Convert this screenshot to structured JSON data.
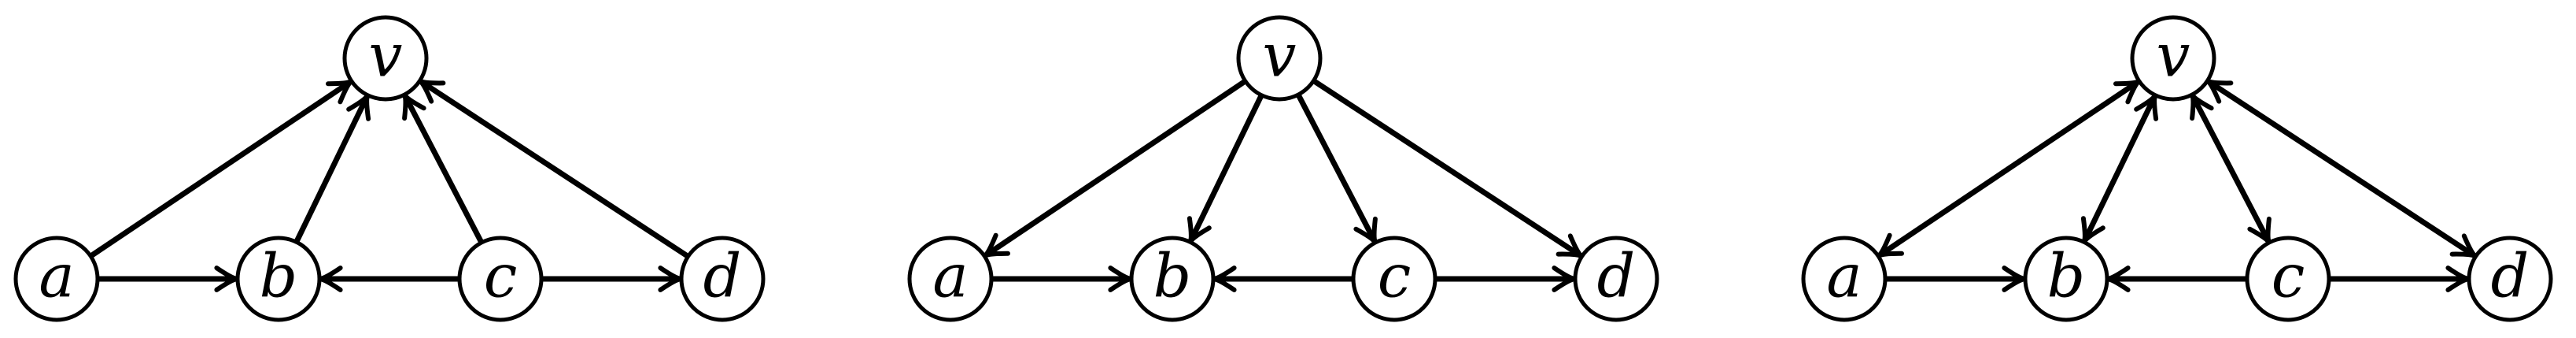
{
  "diagrams": [
    {
      "nodes": [
        {
          "id": "v",
          "label": "v"
        },
        {
          "id": "a",
          "label": "a"
        },
        {
          "id": "b",
          "label": "b"
        },
        {
          "id": "c",
          "label": "c"
        },
        {
          "id": "d",
          "label": "d"
        }
      ],
      "edges": [
        {
          "from": "a",
          "to": "v"
        },
        {
          "from": "b",
          "to": "v"
        },
        {
          "from": "c",
          "to": "v"
        },
        {
          "from": "d",
          "to": "v"
        },
        {
          "from": "a",
          "to": "b"
        },
        {
          "from": "c",
          "to": "b"
        },
        {
          "from": "c",
          "to": "d"
        }
      ]
    },
    {
      "nodes": [
        {
          "id": "v",
          "label": "v"
        },
        {
          "id": "a",
          "label": "a"
        },
        {
          "id": "b",
          "label": "b"
        },
        {
          "id": "c",
          "label": "c"
        },
        {
          "id": "d",
          "label": "d"
        }
      ],
      "edges": [
        {
          "from": "v",
          "to": "a"
        },
        {
          "from": "v",
          "to": "b"
        },
        {
          "from": "v",
          "to": "c"
        },
        {
          "from": "v",
          "to": "d"
        },
        {
          "from": "a",
          "to": "b"
        },
        {
          "from": "c",
          "to": "b"
        },
        {
          "from": "c",
          "to": "d"
        }
      ]
    },
    {
      "nodes": [
        {
          "id": "v",
          "label": "v"
        },
        {
          "id": "a",
          "label": "a"
        },
        {
          "id": "b",
          "label": "b"
        },
        {
          "id": "c",
          "label": "c"
        },
        {
          "id": "d",
          "label": "d"
        }
      ],
      "edges": [
        {
          "from": "a",
          "to": "v",
          "bidirectional": true
        },
        {
          "from": "b",
          "to": "v",
          "bidirectional": true
        },
        {
          "from": "c",
          "to": "v",
          "bidirectional": true
        },
        {
          "from": "d",
          "to": "v",
          "bidirectional": true
        },
        {
          "from": "a",
          "to": "b"
        },
        {
          "from": "c",
          "to": "b"
        },
        {
          "from": "c",
          "to": "d"
        }
      ]
    }
  ]
}
